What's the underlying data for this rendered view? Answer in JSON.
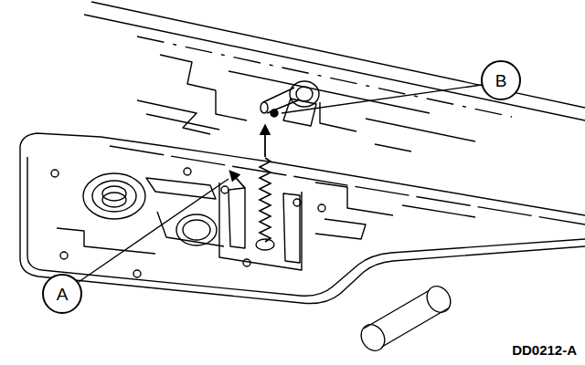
{
  "diagram": {
    "nodes": [
      {
        "text": [
          "B"
        ]
      },
      {
        "text": [
          "A"
        ]
      }
    ],
    "labels": [
      "DD0212-A"
    ]
  }
}
